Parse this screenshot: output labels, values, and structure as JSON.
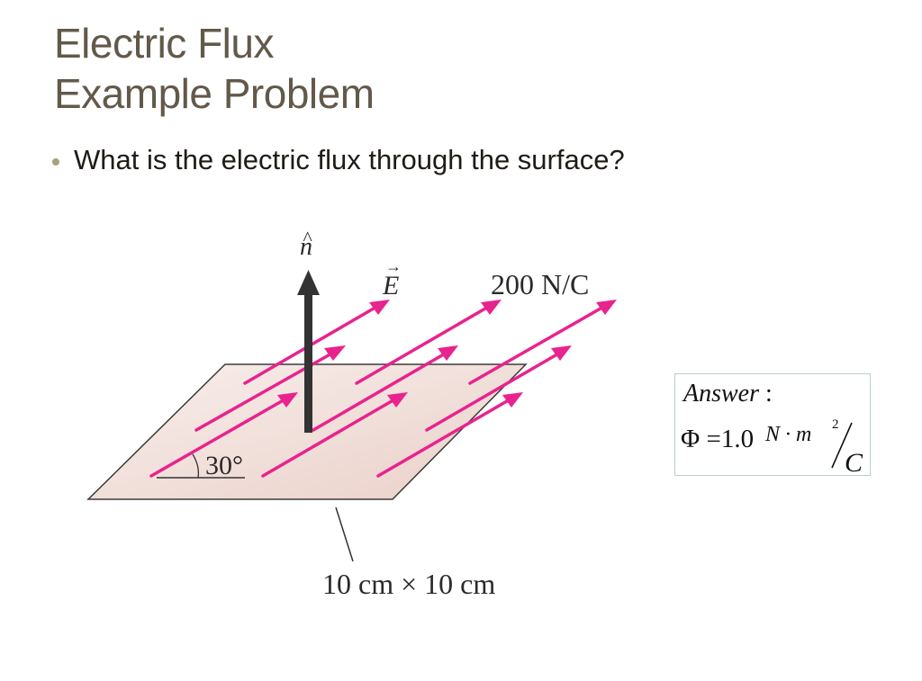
{
  "slide": {
    "title_line1": "Electric Flux",
    "title_line2": "Example Problem",
    "bullet": "What is the electric flux through the surface?"
  },
  "figure": {
    "normal_label": "n",
    "normal_hat": "^",
    "field_label": "E",
    "field_magnitude": "200 N/C",
    "angle_label": "30°",
    "dimension_label": "10 cm × 10 cm",
    "colors": {
      "field_arrow": "#e8238e",
      "normal_arrow": "#333333",
      "surface_fill": "#f1dcd6",
      "surface_edge": "#3a3a3a"
    }
  },
  "answer": {
    "label": "Answer",
    "colon": " :",
    "phi": "Φ",
    "equals": "=",
    "value": "1.0",
    "unit_numerator": "N · m",
    "unit_exponent": "2",
    "unit_denominator": "C"
  }
}
